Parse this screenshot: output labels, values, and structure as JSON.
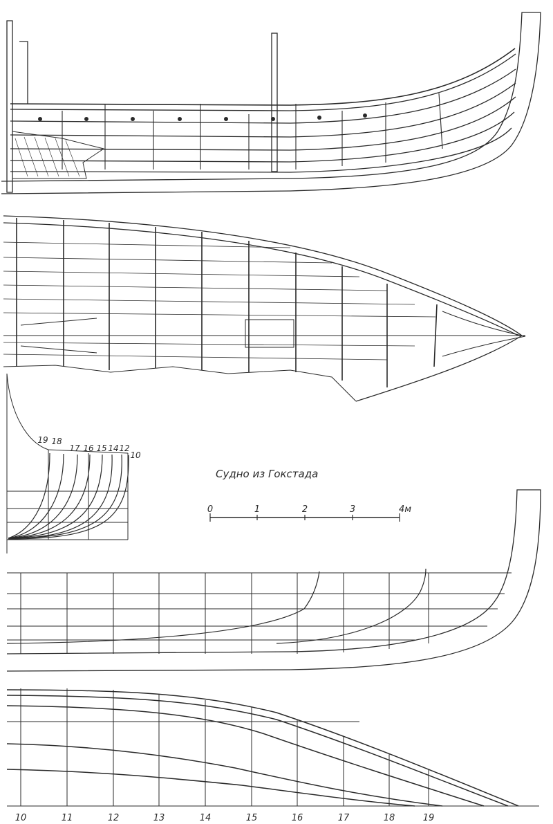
{
  "title": "Судно из Гокстада",
  "scale_bar": {
    "labels": [
      "0",
      "1",
      "2",
      "3",
      "4м"
    ]
  },
  "body_plan": {
    "section_numbers": [
      "19",
      "18",
      "17",
      "16",
      "15",
      "14",
      "12",
      "10"
    ]
  },
  "station_numbers": [
    "10",
    "11",
    "12",
    "13",
    "14",
    "15",
    "16",
    "17",
    "18",
    "19"
  ]
}
